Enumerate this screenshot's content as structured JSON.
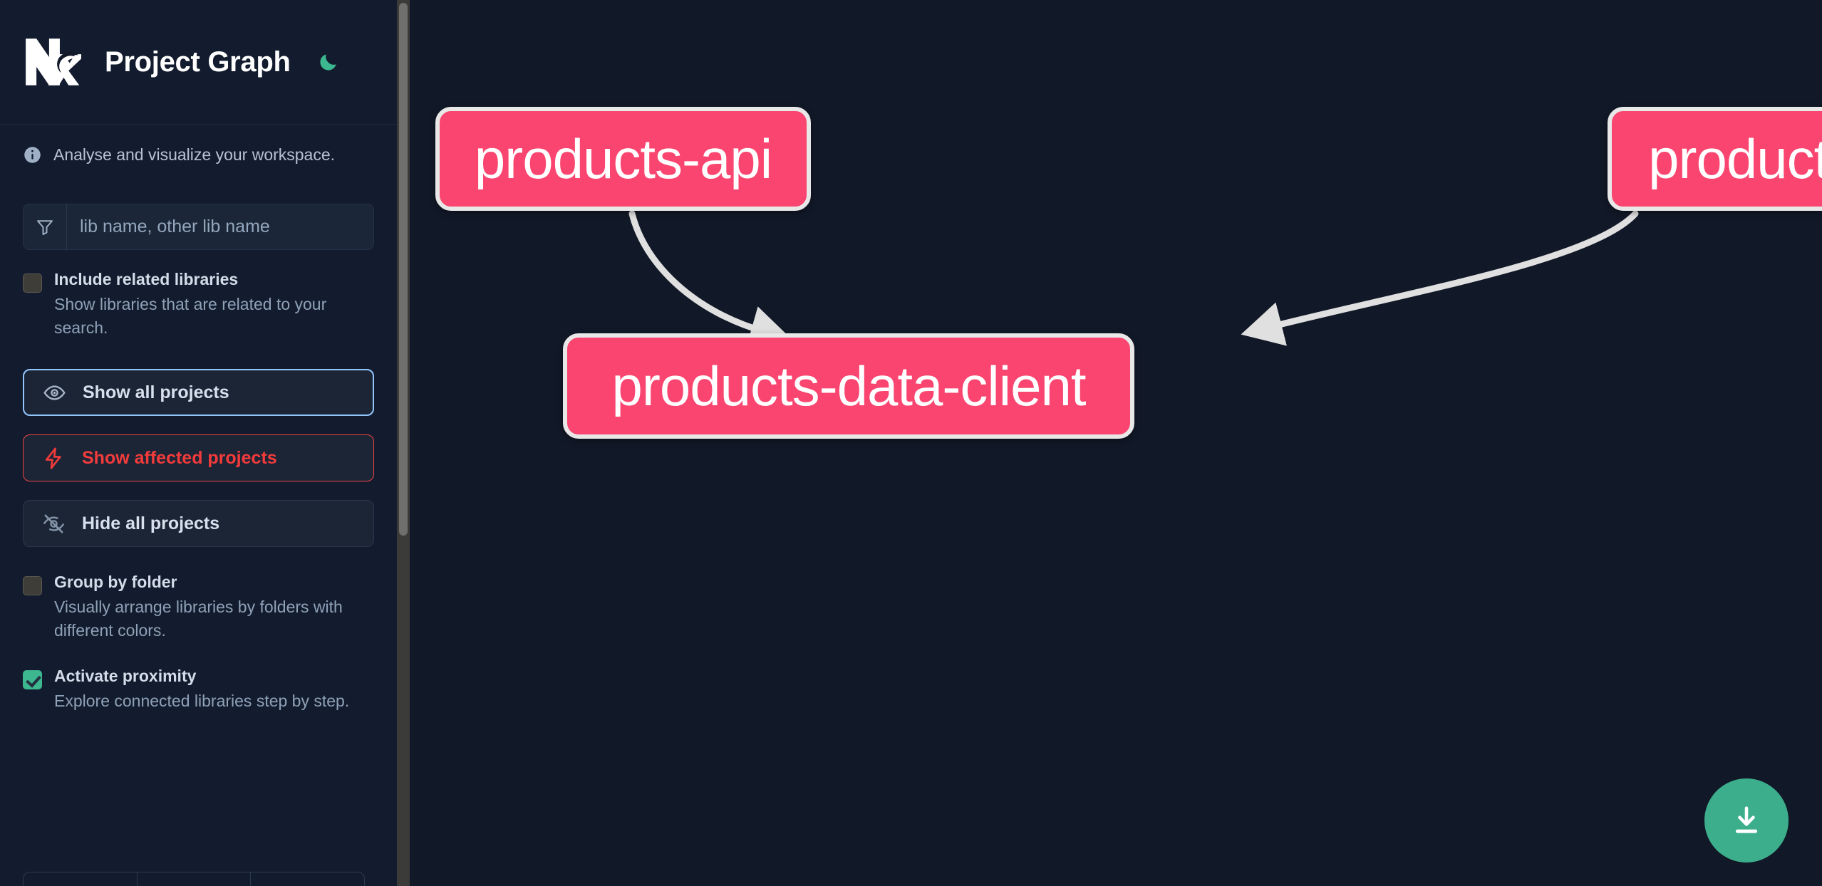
{
  "header": {
    "logo_name": "nx-logo",
    "title": "Project Graph",
    "theme_toggle_icon": "moon-icon",
    "theme_toggle_color": "#3CB78F"
  },
  "sidebar": {
    "info": {
      "icon": "info-icon",
      "text": "Analyse and visualize your workspace."
    },
    "filter": {
      "icon": "filter-icon",
      "value": "",
      "placeholder": "lib name, other lib name"
    },
    "checkboxes": [
      {
        "id": "include-related-libraries",
        "label": "Include related libraries",
        "description": "Show libraries that are related to your search.",
        "checked": false
      },
      {
        "id": "group-by-folder",
        "label": "Group by folder",
        "description": "Visually arrange libraries by folders with different colors.",
        "checked": false
      },
      {
        "id": "activate-proximity",
        "label": "Activate proximity",
        "description": "Explore connected libraries step by step.",
        "checked": true
      }
    ],
    "buttons": [
      {
        "id": "show-all-projects",
        "label": "Show all projects",
        "icon": "eye-icon",
        "state": "focused"
      },
      {
        "id": "show-affected-projects",
        "label": "Show affected projects",
        "icon": "lightning-icon",
        "state": "danger"
      },
      {
        "id": "hide-all-projects",
        "label": "Hide all projects",
        "icon": "eye-off-icon",
        "state": "default"
      }
    ],
    "scrollbar": {
      "name": "sidebar-scrollbar"
    }
  },
  "graph": {
    "background": "#111827",
    "node_fill": "#F9456F",
    "node_border": "#E8E8E8",
    "edge_color": "#E0E0E0",
    "nodes": [
      {
        "id": "products-api",
        "label": "products-api"
      },
      {
        "id": "products-cli",
        "label": "products-cli"
      },
      {
        "id": "products-data-client",
        "label": "products-data-client"
      }
    ],
    "edges": [
      {
        "from": "products-api",
        "to": "products-data-client"
      },
      {
        "from": "products-cli",
        "to": "products-data-client"
      }
    ]
  },
  "download_button": {
    "name": "download-graph-button",
    "icon": "download-icon",
    "color": "#3CAE8B"
  }
}
